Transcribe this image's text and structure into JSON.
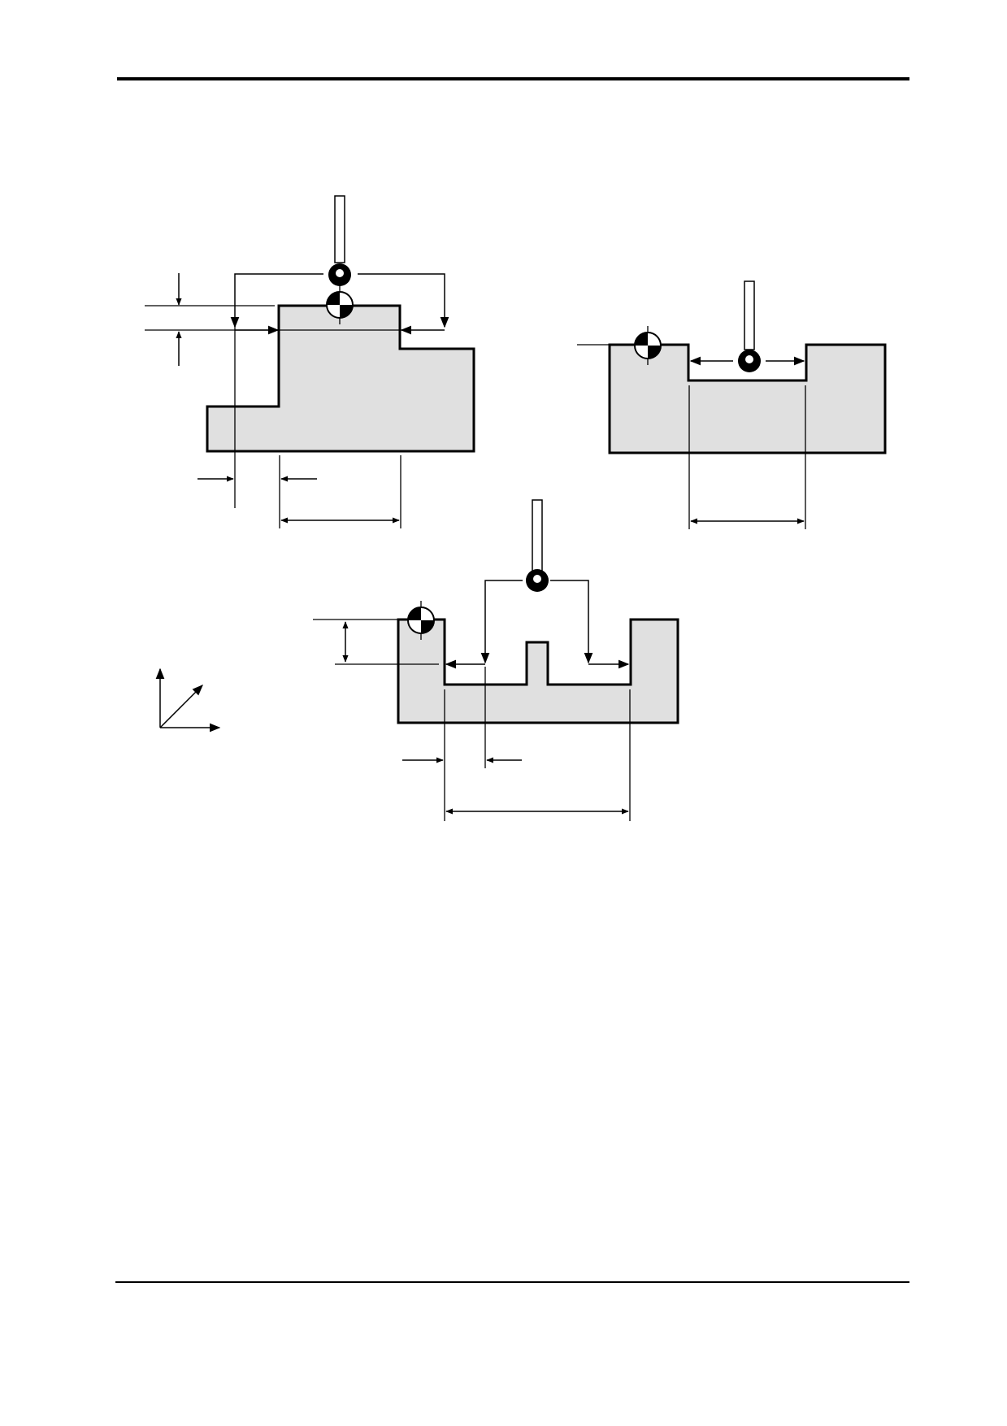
{
  "page": {
    "background": "#ffffff",
    "part_fill": "#e0e0e0",
    "line_color": "#000000"
  },
  "figures": [
    {
      "name": "boss-measurement",
      "description_text": ""
    },
    {
      "name": "pocket-measurement",
      "description_text": ""
    },
    {
      "name": "slot-with-rib-measurement",
      "description_text": ""
    }
  ],
  "icons": {
    "probe": "probe-stylus-icon",
    "datum": "datum-origin-icon",
    "axes": "coordinate-axes-icon"
  }
}
